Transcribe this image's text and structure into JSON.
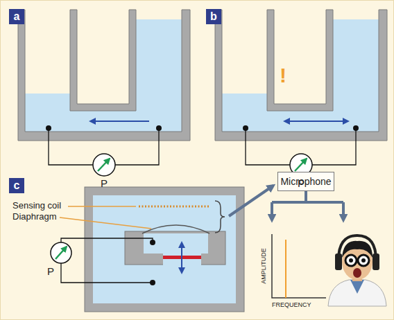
{
  "diagram": {
    "nodes": [
      {
        "text": [
          "a"
        ]
      },
      {
        "text": [
          "b"
        ]
      },
      {
        "text": [
          "c"
        ]
      },
      {
        "text": [
          "Microphone"
        ]
      }
    ],
    "labels": [
      "P",
      "!",
      "P",
      "Sensing coil",
      "Diaphragm",
      "P",
      "AMPLITUDE",
      "FREQUENCY"
    ]
  }
}
